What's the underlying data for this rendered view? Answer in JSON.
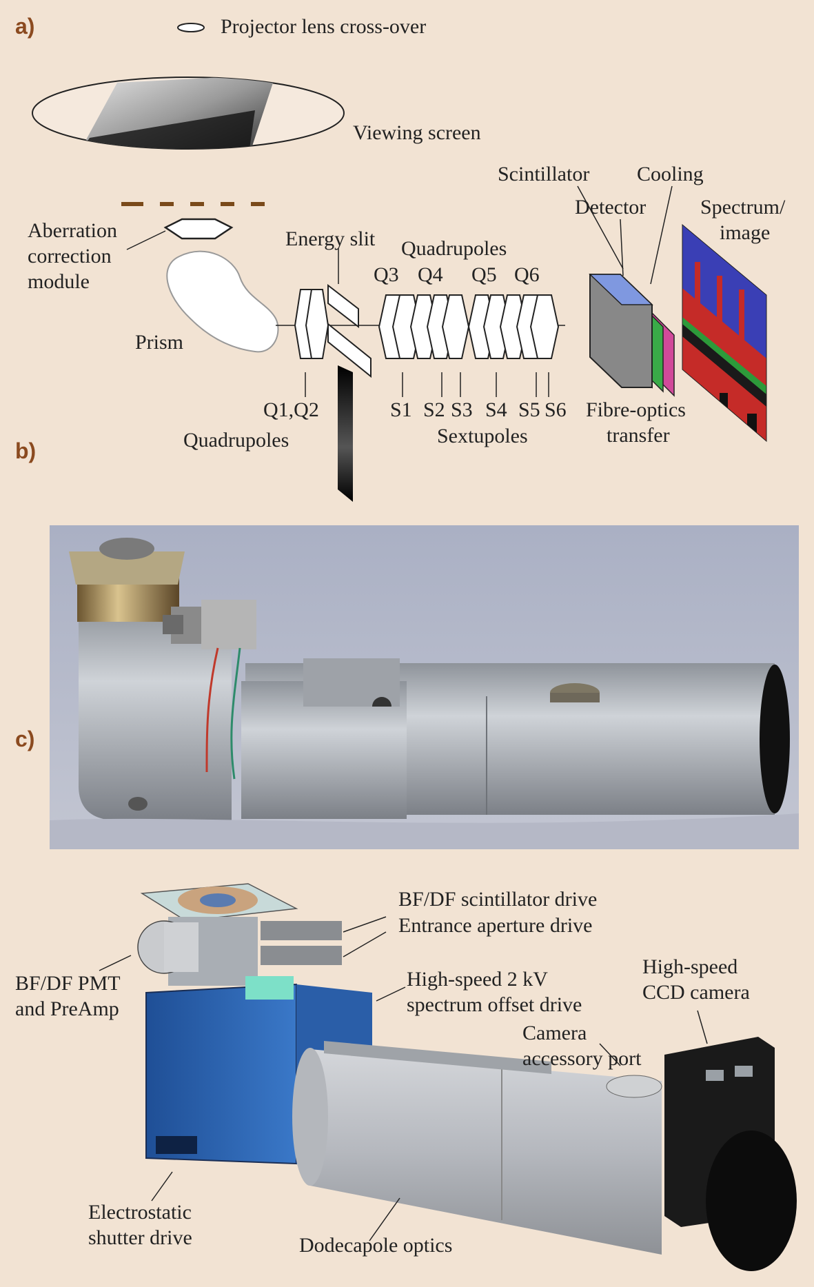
{
  "panels": {
    "a": "a)",
    "b": "b)",
    "c": "c)"
  },
  "a": {
    "legend_cross_over": "Projector lens cross-over",
    "viewing_screen": "Viewing screen",
    "aberration": [
      "Aberration",
      "correction",
      "module"
    ],
    "prism": "Prism",
    "energy_slit": "Energy slit",
    "quadrupoles_top": "Quadrupoles",
    "q3": "Q3",
    "q4": "Q4",
    "q5": "Q5",
    "q6": "Q6",
    "q1q2": "Q1,Q2",
    "quadrupoles_bottom": "Quadrupoles",
    "s1": "S1",
    "s2": "S2",
    "s3": "S3",
    "s4": "S4",
    "s5": "S5",
    "s6": "S6",
    "sextupoles": "Sextupoles",
    "scintillator": "Scintillator",
    "detector": "Detector",
    "cooling": "Cooling",
    "spectrum": [
      "Spectrum/",
      "image"
    ],
    "fibre": [
      "Fibre-optics",
      "transfer"
    ]
  },
  "c": {
    "bfdf_scint": "BF/DF scintillator drive",
    "entrance": "Entrance aperture drive",
    "pmt": [
      "BF/DF PMT",
      "and PreAmp"
    ],
    "hs_offset": [
      "High-speed 2 kV",
      "spectrum offset drive"
    ],
    "ccd": [
      "High-speed",
      "CCD camera"
    ],
    "accessory": [
      "Camera",
      "accessory port"
    ],
    "shutter": [
      "Electrostatic",
      "shutter drive"
    ],
    "dodecapole": "Dodecapole optics"
  },
  "colors": {
    "background": "#f2e3d3",
    "label_accent": "#8b4a1f",
    "scintillator": "#3b4fb0",
    "cooling_green": "#3aaa48",
    "cooling_pink": "#d14a9a",
    "housing_blue": "#2f67b6",
    "tube_grey": "#b8bcc2"
  },
  "icons": [
    "ellipse-crossover-icon"
  ]
}
